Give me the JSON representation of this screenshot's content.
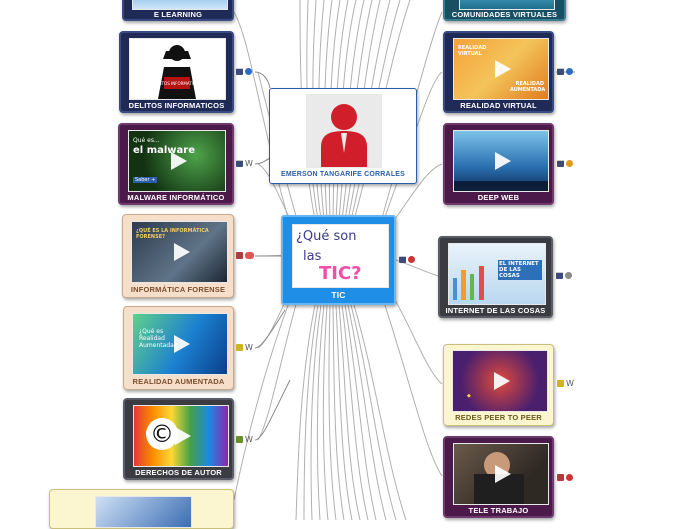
{
  "center": {
    "title": "TIC",
    "image_text_line1": "¿Qué son",
    "image_text_line2": "las",
    "image_text_line3": "TIC?"
  },
  "author": {
    "name": "EMERSON TANGARIFE CORRALES"
  },
  "topics": [
    {
      "key": "e_learning",
      "label": "E LEARNING",
      "style": "navy",
      "icon": "note-icon",
      "icon2": ""
    },
    {
      "key": "delitos",
      "label": "DELITOS INFORMATICOS",
      "style": "navy",
      "icon": "note-icon",
      "icon2": "web-link-icon",
      "image_text": "DELITOS INFORMATICOS"
    },
    {
      "key": "malware",
      "label": "MALWARE INFORMÁTICO",
      "style": "purple",
      "icon": "note-icon",
      "icon2": "wikipedia-icon",
      "image_text_1": "Qué es...",
      "image_text_2": "el malware",
      "image_text_3": "Saber +"
    },
    {
      "key": "forense",
      "label": "INFORMÁTICA FORENSE",
      "style": "peach",
      "icon": "note-icon",
      "icon2": "link-pill-icon",
      "image_text": "¿QUÉ ES LA INFORMÁTICA FORENSE?"
    },
    {
      "key": "aumentada",
      "label": "REALIDAD AUMENTADA",
      "style": "peach",
      "icon": "note-icon",
      "icon2": "wikipedia-icon",
      "image_text": "¿Qué es Realidad Aumentada?"
    },
    {
      "key": "derechos",
      "label": "DERECHOS DE AUTOR",
      "style": "grey",
      "icon": "note-icon",
      "icon2": "wikipedia-icon"
    },
    {
      "key": "comunidades",
      "label": "COMUNIDADES VIRTUALES",
      "style": "teal",
      "icon": "",
      "icon2": ""
    },
    {
      "key": "virtual",
      "label": "REALIDAD VIRTUAL",
      "style": "navy",
      "icon": "note-icon",
      "icon2": "web-link-icon",
      "image_text_1": "REALIDAD VIRTUAL",
      "image_text_2": "REALIDAD AUMENTADA"
    },
    {
      "key": "deep",
      "label": "DEEP WEB",
      "style": "purple",
      "icon": "note-icon",
      "icon2": "orange-link-icon"
    },
    {
      "key": "iot",
      "label": "INTERNET DE LAS COSAS",
      "style": "grey",
      "icon": "note-icon",
      "icon2": "web-link-icon",
      "image_text": "EL INTERNET DE LAS COSAS"
    },
    {
      "key": "p2p",
      "label": "REDES PEER TO PEER",
      "style": "cream",
      "icon": "note-icon",
      "icon2": "wikipedia-icon"
    },
    {
      "key": "tele",
      "label": "TELE TRABAJO",
      "style": "purple",
      "icon": "note-icon",
      "icon2": "red-link-icon"
    }
  ],
  "colors": {
    "line": "#a9a9a9",
    "center_bg": "#1f8ee6",
    "author_border": "#2a5fa8"
  }
}
